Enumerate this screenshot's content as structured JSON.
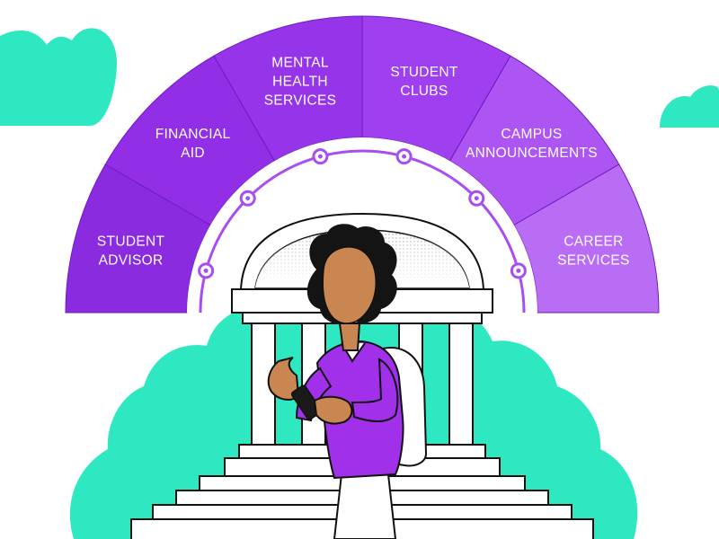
{
  "services_arc": {
    "segments": [
      {
        "key": "student-advisor",
        "lines": [
          "STUDENT",
          "ADVISOR"
        ],
        "color": "#8b2be0"
      },
      {
        "key": "financial-aid",
        "lines": [
          "FINANCIAL",
          "AID"
        ],
        "color": "#912ee6"
      },
      {
        "key": "mental-health-services",
        "lines": [
          "MENTAL",
          "HEALTH",
          "SERVICES"
        ],
        "color": "#9634ea"
      },
      {
        "key": "student-clubs",
        "lines": [
          "STUDENT",
          "CLUBS"
        ],
        "color": "#9f3ff0"
      },
      {
        "key": "campus-announcements",
        "lines": [
          "CAMPUS",
          "ANNOUNCEMENTS"
        ],
        "color": "#ad55f2"
      },
      {
        "key": "career-services",
        "lines": [
          "CAREER",
          "SERVICES"
        ],
        "color": "#b96cf4"
      }
    ]
  },
  "palette": {
    "teal": "#2ee8c1",
    "purple_dark": "#7a1fd1",
    "purple": "#a84ef0",
    "outline": "#111111",
    "skin": "#c98650",
    "hair": "#141414",
    "sweater": "#a030ea",
    "building": "#ffffff"
  },
  "icons": {
    "clouds": "cloud-icon",
    "phone": "smartphone-icon",
    "backpack": "backpack-icon",
    "building": "campus-building-icon"
  }
}
